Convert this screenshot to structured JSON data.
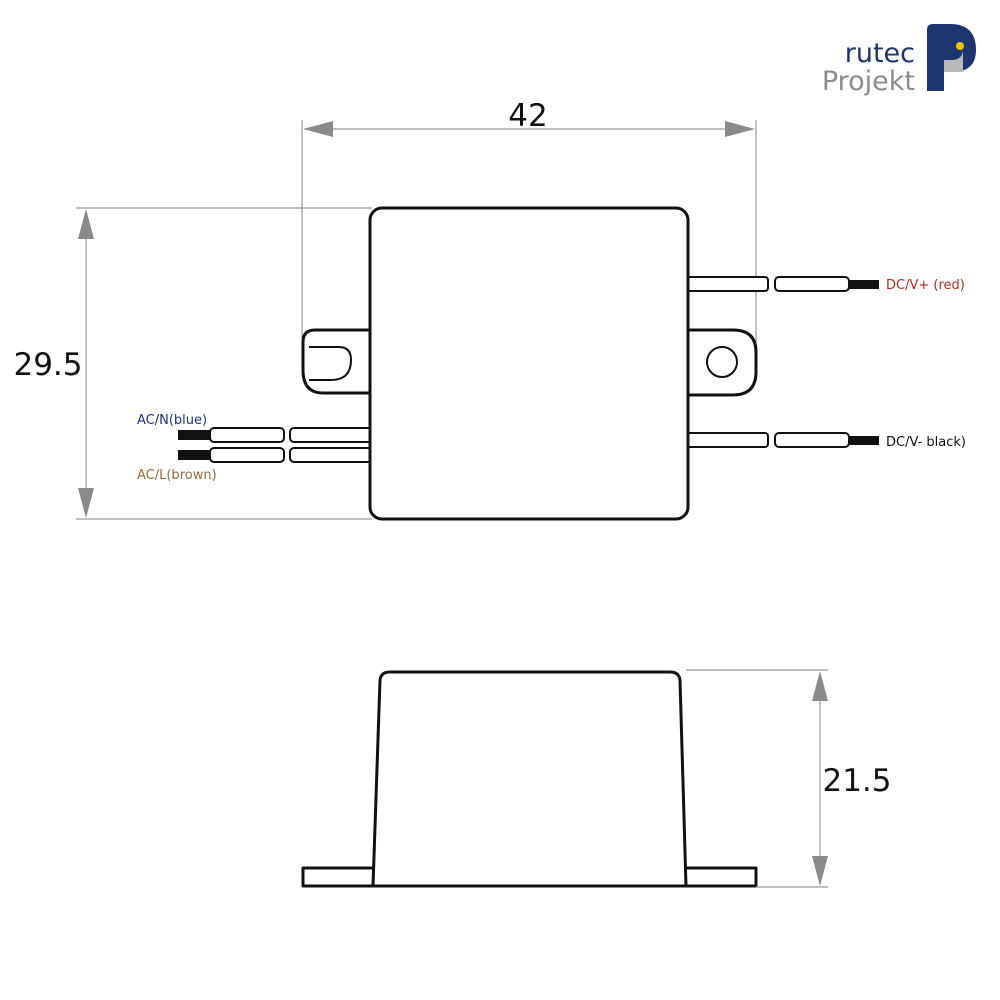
{
  "logo": {
    "line1": "rutec",
    "line2": "Projekt",
    "primary_color": "#1f3570",
    "secondary_color": "#8c8c8c",
    "accent_color": "#f2c200"
  },
  "dimensions": {
    "width": "42",
    "depth": "29.5",
    "height": "21.5"
  },
  "wires": {
    "ac_n": {
      "label": "AC/N(blue)",
      "color": "#1c2f8a"
    },
    "ac_l": {
      "label": "AC/L(brown)",
      "color": "#9a6a3a"
    },
    "dc_plus": {
      "label": "DC/V+ (red)",
      "color": "#b02a1a"
    },
    "dc_minus": {
      "label": "DC/V- black)",
      "color": "#111111"
    }
  }
}
